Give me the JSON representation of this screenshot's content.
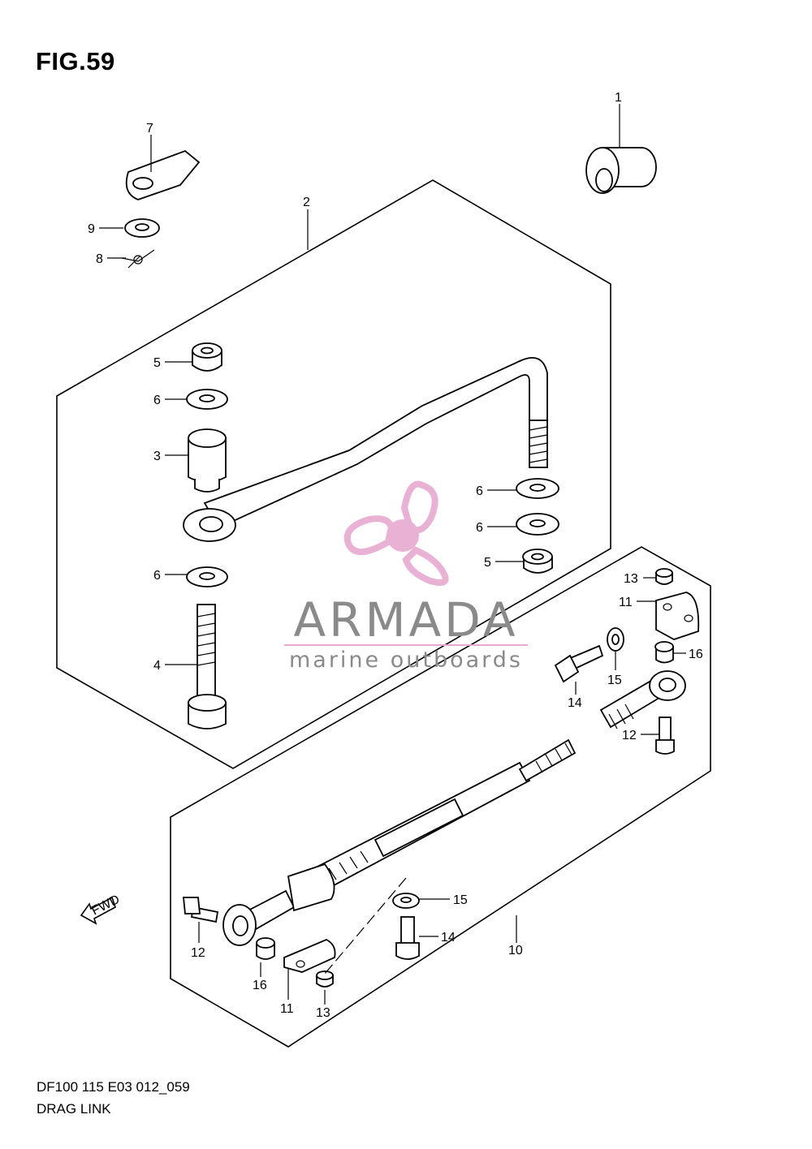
{
  "figure": {
    "title": "FIG.59",
    "code": "DF100 115 E03 012_059",
    "name": "DRAG LINK"
  },
  "watermark": {
    "brand": "ARMADA",
    "tagline": "marine outboards",
    "accent_color": "#e7a9cf",
    "text_color": "#8a8a8a"
  },
  "fwd_arrow": {
    "label": "FWD"
  },
  "callouts": [
    {
      "id": "c1",
      "label": "1"
    },
    {
      "id": "c2",
      "label": "2"
    },
    {
      "id": "c7",
      "label": "7"
    },
    {
      "id": "c9",
      "label": "9"
    },
    {
      "id": "c8",
      "label": "8"
    },
    {
      "id": "c5a",
      "label": "5"
    },
    {
      "id": "c6a",
      "label": "6"
    },
    {
      "id": "c3",
      "label": "3"
    },
    {
      "id": "c6b",
      "label": "6"
    },
    {
      "id": "c6c",
      "label": "6"
    },
    {
      "id": "c6d",
      "label": "6"
    },
    {
      "id": "c5b",
      "label": "5"
    },
    {
      "id": "c4",
      "label": "4"
    },
    {
      "id": "c13a",
      "label": "13"
    },
    {
      "id": "c11a",
      "label": "11"
    },
    {
      "id": "c16a",
      "label": "16"
    },
    {
      "id": "c15a",
      "label": "15"
    },
    {
      "id": "c14a",
      "label": "14"
    },
    {
      "id": "c12a",
      "label": "12"
    },
    {
      "id": "c15b",
      "label": "15"
    },
    {
      "id": "c14b",
      "label": "14"
    },
    {
      "id": "c10",
      "label": "10"
    },
    {
      "id": "c12b",
      "label": "12"
    },
    {
      "id": "c16b",
      "label": "16"
    },
    {
      "id": "c11b",
      "label": "11"
    },
    {
      "id": "c13b",
      "label": "13"
    }
  ]
}
